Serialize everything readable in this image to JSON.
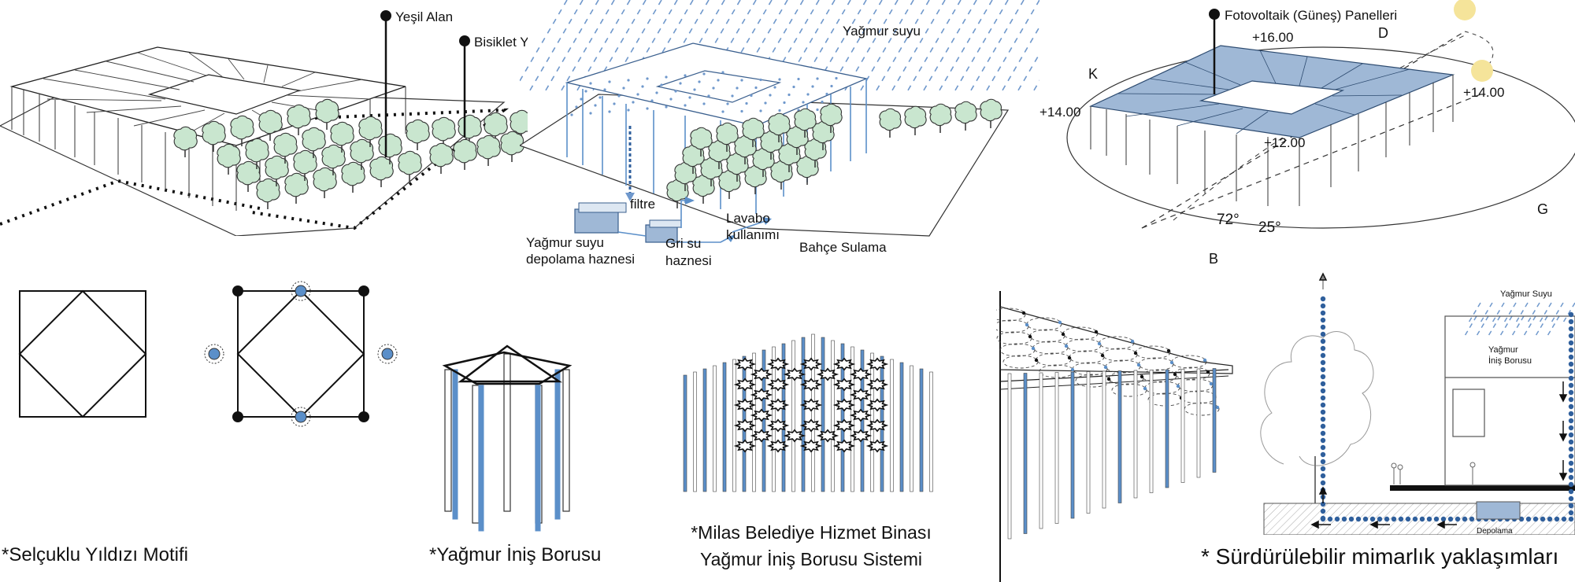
{
  "diagrams": {
    "green": {
      "labels": [
        "Yeşil Alan",
        "Bisiklet Yolu"
      ]
    },
    "rain": {
      "rain_label": "Yağmur suyu",
      "filter": "filtre",
      "storage": [
        "Yağmur suyu",
        "depolama haznesi"
      ],
      "grey": [
        "Gri su",
        "haznesi"
      ],
      "sink": [
        "Lavabo",
        "kullanımı"
      ],
      "garden": "Bahçe Sulama"
    },
    "solar": {
      "title": "Fotovoltaik (Güneş) Panelleri",
      "elev_top": "+16.00",
      "elev_right": "+14.00",
      "elev_left": "+14.00",
      "elev_mid": "+12.00",
      "dir_n": "K",
      "dir_e": "D",
      "dir_s": "B",
      "dir_w": "G",
      "angle_1": "72°",
      "angle_2": "25°"
    },
    "section": {
      "rain": "Yağmur Suyu",
      "pipe": [
        "Yağmur",
        "İniş Borusu"
      ],
      "tank": "Depolama"
    }
  },
  "captions": {
    "star": "*Selçuklu Yıldızı Motifi",
    "pipe": "*Yağmur İniş Borusu",
    "milas_1": "*Milas Belediye Hizmet Binası",
    "milas_2": "Yağmur İniş Borusu Sistemi",
    "sustainable": "* Sürdürülebilir mimarlık yaklaşımları"
  },
  "colors": {
    "pipe_blue": "#5b8fc9",
    "panel_blue": "#9fb8d6",
    "tree_green": "#c9e6cf",
    "rain_blue": "#6f98cc"
  }
}
